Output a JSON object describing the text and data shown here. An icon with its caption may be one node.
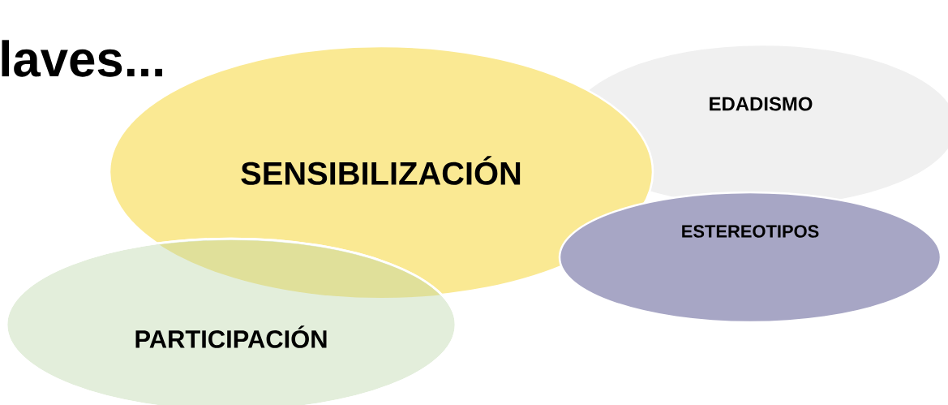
{
  "diagram": {
    "title": "laves...",
    "nodes": [
      {
        "text": [
          "SENSIBILIZACIÓN"
        ]
      },
      {
        "text": [
          "EDADISMO"
        ]
      },
      {
        "text": [
          "ESTEREOTIPOS"
        ]
      },
      {
        "text": [
          "PARTICIPACIÓN"
        ]
      }
    ]
  }
}
